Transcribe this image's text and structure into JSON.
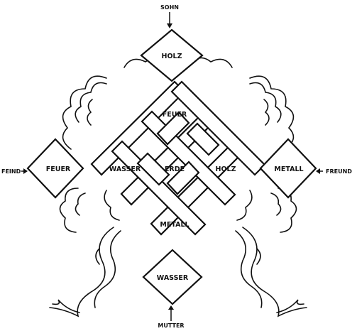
{
  "directions": {
    "top": "SOHN",
    "left": "FEIND",
    "right": "FREUND",
    "bottom": "MUTTER"
  },
  "nodes": {
    "top": "HOLZ",
    "upper_center": "FEUER",
    "left_outer": "FEUER",
    "left_inner": "WASSER",
    "center": "ERDE",
    "right_inner": "HOLZ",
    "right_outer": "METALL",
    "lower_center": "METALL",
    "bottom": "WASSER"
  }
}
